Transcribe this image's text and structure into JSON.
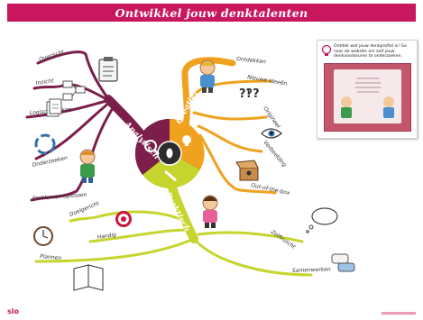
{
  "header": {
    "title": "Ontwikkel jouw denktalenten"
  },
  "center": {
    "branches": {
      "analytisch": "Analytisch",
      "creatief": "Creatief",
      "praktisch": "Praktisch"
    }
  },
  "analytisch": {
    "items": [
      "Overzicht",
      "Inzicht",
      "Logisch denken",
      "Onderzoeken",
      "Problemen oplossen"
    ]
  },
  "creatief": {
    "items": [
      "Ontdekken",
      "Nieuwe ideeën",
      "Origineel",
      "Verbeelding",
      "Out-of-the-box"
    ]
  },
  "praktisch": {
    "items": [
      "Doelgericht",
      "Handig",
      "Plannen",
      "Zelfinzicht",
      "Samenwerken"
    ]
  },
  "panel": {
    "text": "Ontdek wat jouw denkprofiel is! Ga naar de website om zelf jouw denkvoorkeuren te onderzoeken."
  },
  "footer": {
    "logo": "slo"
  },
  "colors": {
    "banner": "#c8175d",
    "analytisch": "#7b1f4a",
    "creatief": "#f0a21f",
    "praktisch": "#c6d52e",
    "hub": "#2d2d2d"
  }
}
